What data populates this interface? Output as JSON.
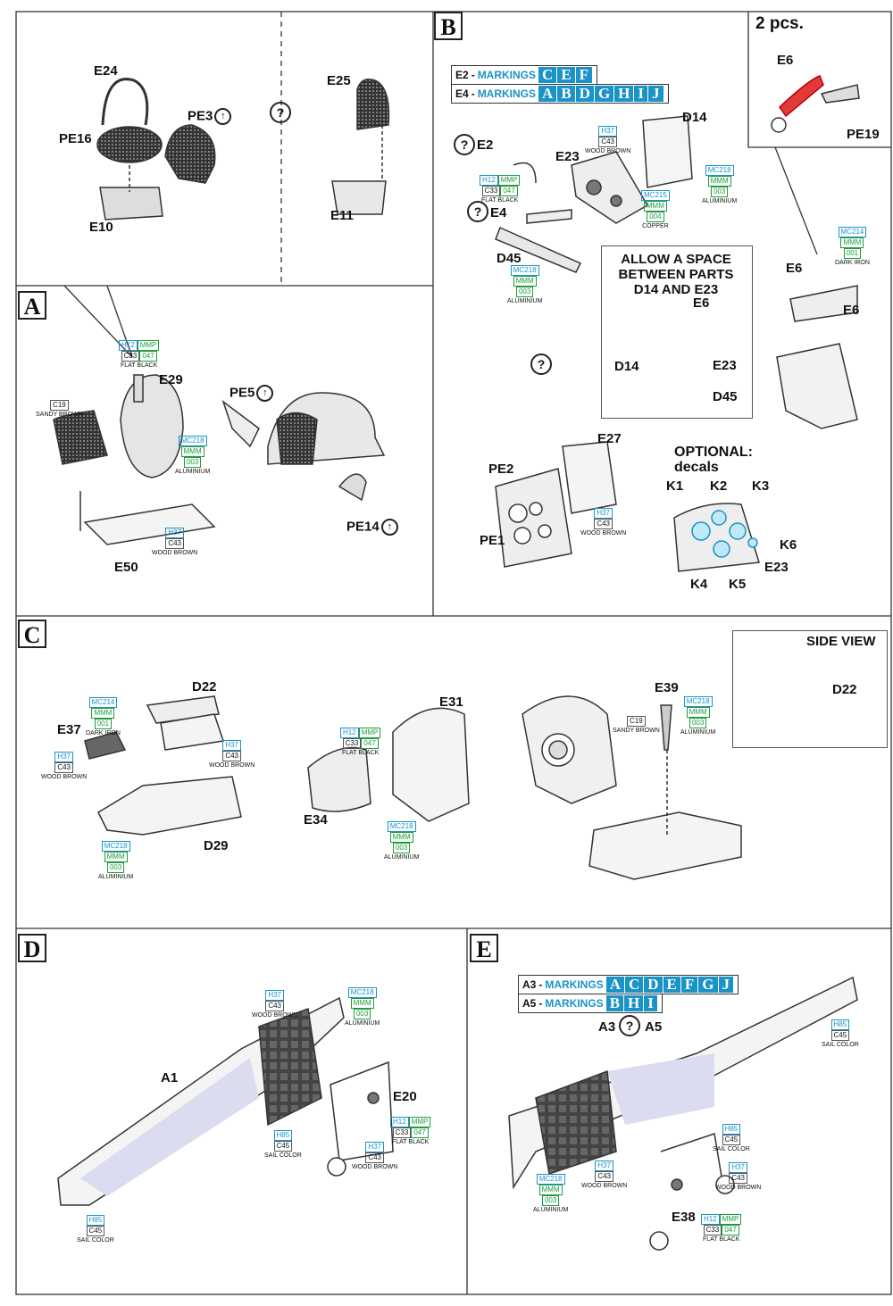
{
  "steps": {
    "a": "A",
    "b": "B",
    "c": "C",
    "d": "D",
    "e": "E"
  },
  "panel_top_left": {
    "e24": "E24",
    "pe16": "PE16",
    "pe3": "PE3",
    "e10": "E10",
    "e25": "E25",
    "e11": "E11",
    "q": "?"
  },
  "panel_a": {
    "e29": "E29",
    "pe5": "PE5",
    "e50": "E50",
    "pe14": "PE14",
    "paints": [
      {
        "h": "H12",
        "mmp": "MMP",
        "c": "C33",
        "mmp2": "047",
        "name": "FLAT BLACK"
      },
      {
        "c": "C19",
        "name": "SANDY BROWN"
      },
      {
        "mc": "MC218",
        "mmm": "MMM",
        "num": "003",
        "name": "ALUMINIUM"
      },
      {
        "h": "H37",
        "c": "C43",
        "name": "WOOD BROWN"
      }
    ]
  },
  "panel_b": {
    "e2_prefix": "E2",
    "e4_prefix": "E4",
    "markings_word": "MARKINGS",
    "e2_markings": [
      "C",
      "E",
      "F"
    ],
    "e4_markings": [
      "A",
      "B",
      "D",
      "G",
      "H",
      "I",
      "J"
    ],
    "e2": "E2",
    "e4": "E4",
    "e23": "E23",
    "d14": "D14",
    "d45": "D45",
    "e6": "E6",
    "e27": "E27",
    "pe2": "PE2",
    "pe1": "PE1",
    "pe19": "PE19",
    "two_pcs": "2 pcs.",
    "q": "?",
    "allow_note_1": "ALLOW A SPACE",
    "allow_note_2": "BETWEEN PARTS",
    "allow_note_3": "D14 AND E23",
    "inset_e6": "E6",
    "inset_d14": "D14",
    "inset_e23": "E23",
    "inset_d45": "D45",
    "optional_1": "OPTIONAL:",
    "optional_2": "decals",
    "k1": "K1",
    "k2": "K2",
    "k3": "K3",
    "k4": "K4",
    "k5": "K5",
    "k6": "K6",
    "k_e23": "E23",
    "paints": [
      {
        "h": "H12",
        "mmp": "MMP",
        "c": "C33",
        "mmp2": "047",
        "name": "FLAT BLACK"
      },
      {
        "h": "H37",
        "c": "C43",
        "name": "WOOD BROWN"
      },
      {
        "mc": "MC215",
        "mmm": "MMM",
        "num": "004",
        "name": "COPPER"
      },
      {
        "mc": "MC218",
        "mmm": "MMM",
        "num": "003",
        "name": "ALUMINIUM"
      },
      {
        "mc": "MC218",
        "mmm": "MMM",
        "num": "003",
        "name": "ALUMINIUM"
      },
      {
        "mc": "MC214",
        "mmm": "MMM",
        "num": "001",
        "name": "DARK IRON"
      },
      {
        "h": "H37",
        "c": "C43",
        "name": "WOOD BROWN"
      }
    ]
  },
  "panel_c": {
    "d22": "D22",
    "e37": "E37",
    "d29": "D29",
    "e31": "E31",
    "e34": "E34",
    "e39": "E39",
    "side_view": "SIDE VIEW",
    "side_d22": "D22",
    "paints": [
      {
        "mc": "MC214",
        "mmm": "MMM",
        "num": "001",
        "name": "DARK IRON"
      },
      {
        "h": "H37",
        "c": "C43",
        "name": "WOOD BROWN"
      },
      {
        "h": "H37",
        "c": "C43",
        "name": "WOOD BROWN"
      },
      {
        "mc": "MC218",
        "mmm": "MMM",
        "num": "003",
        "name": "ALUMINIUM"
      },
      {
        "h": "H12",
        "mmp": "MMP",
        "c": "C33",
        "mmp2": "047",
        "name": "FLAT BLACK"
      },
      {
        "mc": "MC218",
        "mmm": "MMM",
        "num": "003",
        "name": "ALUMINIUM"
      },
      {
        "c": "C19",
        "name": "SANDY BROWN"
      },
      {
        "mc": "MC218",
        "mmm": "MMM",
        "num": "003",
        "name": "ALUMINIUM"
      }
    ]
  },
  "panel_d": {
    "a1": "A1",
    "e20": "E20",
    "paints": [
      {
        "h": "H37",
        "c": "C43",
        "name": "WOOD BROWN"
      },
      {
        "mc": "MC218",
        "mmm": "MMM",
        "num": "003",
        "name": "ALUMINIUM"
      },
      {
        "h": "H85",
        "c": "C45",
        "name": "SAIL COLOR"
      },
      {
        "h": "H12",
        "mmp": "MMP",
        "c": "C33",
        "mmp2": "047",
        "name": "FLAT BLACK"
      },
      {
        "h": "H37",
        "c": "C43",
        "name": "WOOD BROWN"
      },
      {
        "h": "H85",
        "c": "C45",
        "name": "SAIL COLOR"
      }
    ]
  },
  "panel_e": {
    "a3_prefix": "A3",
    "a5_prefix": "A5",
    "markings_word": "MARKINGS",
    "a3_markings": [
      "A",
      "C",
      "D",
      "E",
      "F",
      "G",
      "J"
    ],
    "a5_markings": [
      "B",
      "H",
      "I"
    ],
    "a3": "A3",
    "a5": "A5",
    "q": "?",
    "e38": "E38",
    "paints": [
      {
        "h": "H85",
        "c": "C45",
        "name": "SAIL COLOR"
      },
      {
        "h": "H85",
        "c": "C45",
        "name": "SAIL COLOR"
      },
      {
        "h": "H37",
        "c": "C43",
        "name": "WOOD BROWN"
      },
      {
        "h": "H37",
        "c": "C43",
        "name": "WOOD BROWN"
      },
      {
        "mc": "MC218",
        "mmm": "MMM",
        "num": "003",
        "name": "ALUMINIUM"
      },
      {
        "h": "H12",
        "mmp": "MMP",
        "c": "C33",
        "mmp2": "047",
        "name": "FLAT BLACK"
      }
    ]
  },
  "colors": {
    "accent_blue": "#1a93c7",
    "mmp_green": "#1e9c3c",
    "photoetch_red": "#e0232a",
    "line": "#333333"
  }
}
